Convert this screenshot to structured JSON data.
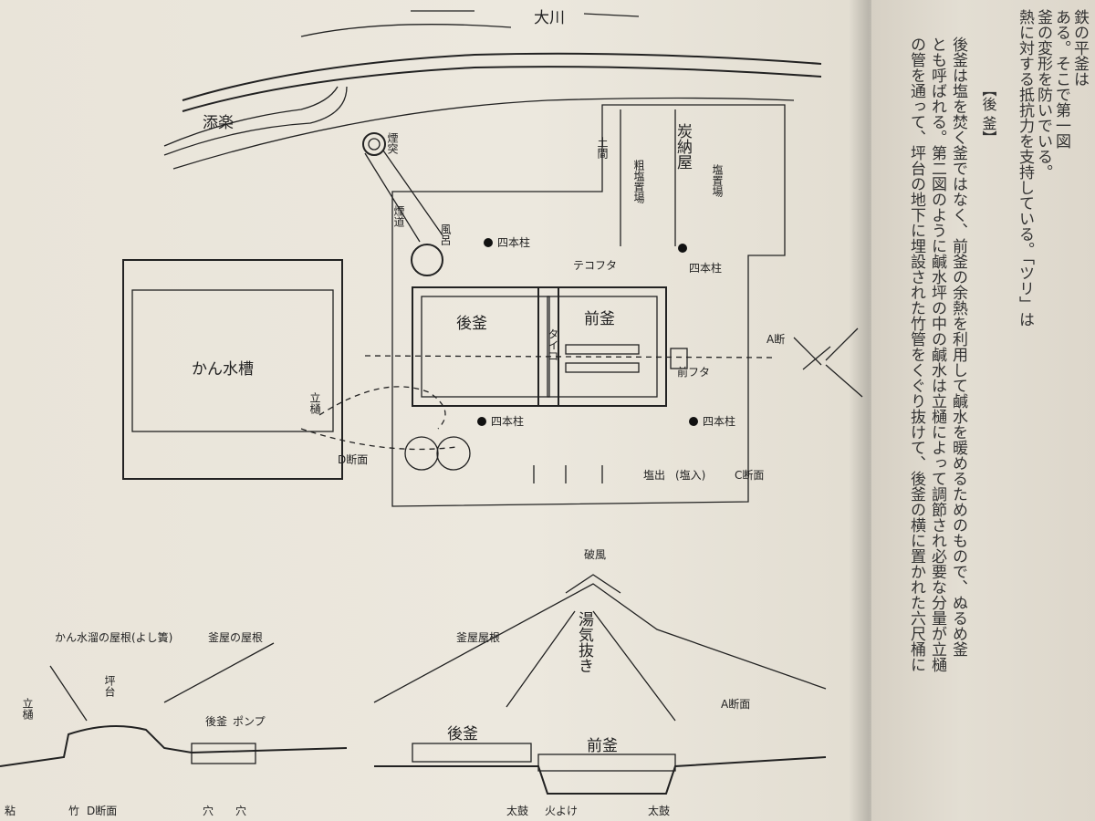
{
  "plan": {
    "river": "大川",
    "channel": "添楽",
    "chimney": "煙突",
    "flue": "煙道",
    "furo": "風呂",
    "pillar_label": "四本柱",
    "tekofuta": "テコフタ",
    "ato_gama": "後釜",
    "mae_gama": "前釜",
    "taiko": "タイコ",
    "mae_futa": "前フタ",
    "brine_tank": "かん水槽",
    "tate_toi": "立樋",
    "d_section": "D断面",
    "c_section": "C断面",
    "a_mark": "A断",
    "charcoal_store": "炭納屋",
    "salt_place": "粗塩置場",
    "hyaku_salt": "塩置場",
    "small_room": "土間",
    "exit_label": "塩出",
    "exit_sub": "(塩入)"
  },
  "sections": {
    "tank_roof": "かん水溜の屋根(よし簀)",
    "kama_roof": "釜屋の屋根",
    "tsubodai": "坪台",
    "tate_toi": "立樋",
    "ato_gama": "後釜",
    "pump": "ポンプ",
    "d_section": "D断面",
    "ana1": "穴",
    "ana2": "穴",
    "take": "竹",
    "bottom_left": "粘",
    "hafu": "破風",
    "kamaya_roof": "釜屋屋根",
    "steam": "湯気抜き",
    "ato_gama2": "後釜",
    "mae_gama2": "前釜",
    "a_section": "A断面",
    "taiko_left": "太鼓",
    "hiyoke": "火よけ",
    "taiko_right": "太鼓"
  },
  "right_text": {
    "col1": "鉄の平釜は",
    "col2": "ある。そこで第一図",
    "col3": "釜の変形を防いでいる。",
    "col4": "熱に対する抵抗力を支持している。「ツリ」は",
    "heading": "【後 釜】",
    "col5": "後釜は塩を焚く釜ではなく、前釜の余熱を利用して鹹水を暖めるためのもので、ぬるめ釜",
    "col6": "とも呼ばれる。第二図のように鹹水坪の中の鹹水は立樋によって調節され必要な分量が立樋",
    "col7": "の管を通って、坪台の地下に埋設された竹管をくぐり抜けて、後釜の横に置かれた六尺桶に"
  }
}
